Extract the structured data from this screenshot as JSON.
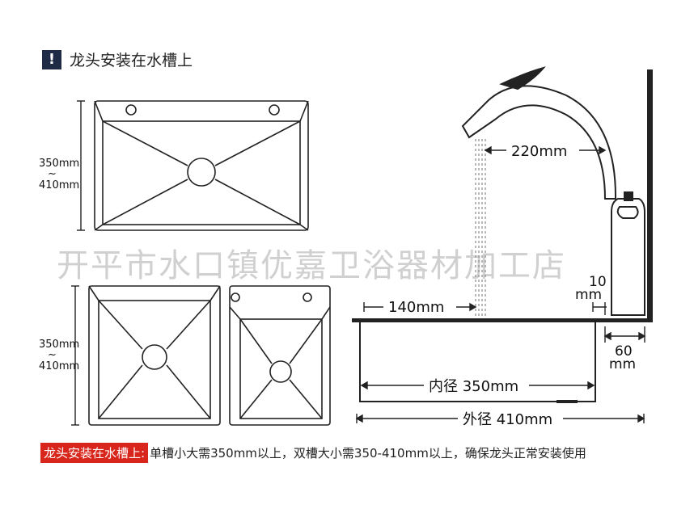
{
  "header": {
    "badge": "!",
    "title": "龙头安装在水槽上"
  },
  "labels": {
    "single_range_top": "350mm",
    "single_range_tilde": "~",
    "single_range_bottom": "410mm",
    "double_range_top": "350mm",
    "double_range_tilde": "~",
    "double_range_bottom": "410mm",
    "reach": "220mm",
    "offset_140": "140mm",
    "gap_10_num": "10",
    "gap_10_unit": "mm",
    "base_60_num": "60",
    "base_60_unit": "mm",
    "inner": "内径 350mm",
    "outer": "外径 410mm"
  },
  "watermark": "开平市水口镇优嘉卫浴器材加工店",
  "footer": {
    "tag": "龙头安装在水槽上:",
    "text": "单槽小大需350mm以上，双槽大小需350-410mm以上，确保龙头正常安装使用"
  },
  "colors": {
    "line": "#222222",
    "tag_red": "#d9261c",
    "badge_navy": "#1f2a44"
  }
}
